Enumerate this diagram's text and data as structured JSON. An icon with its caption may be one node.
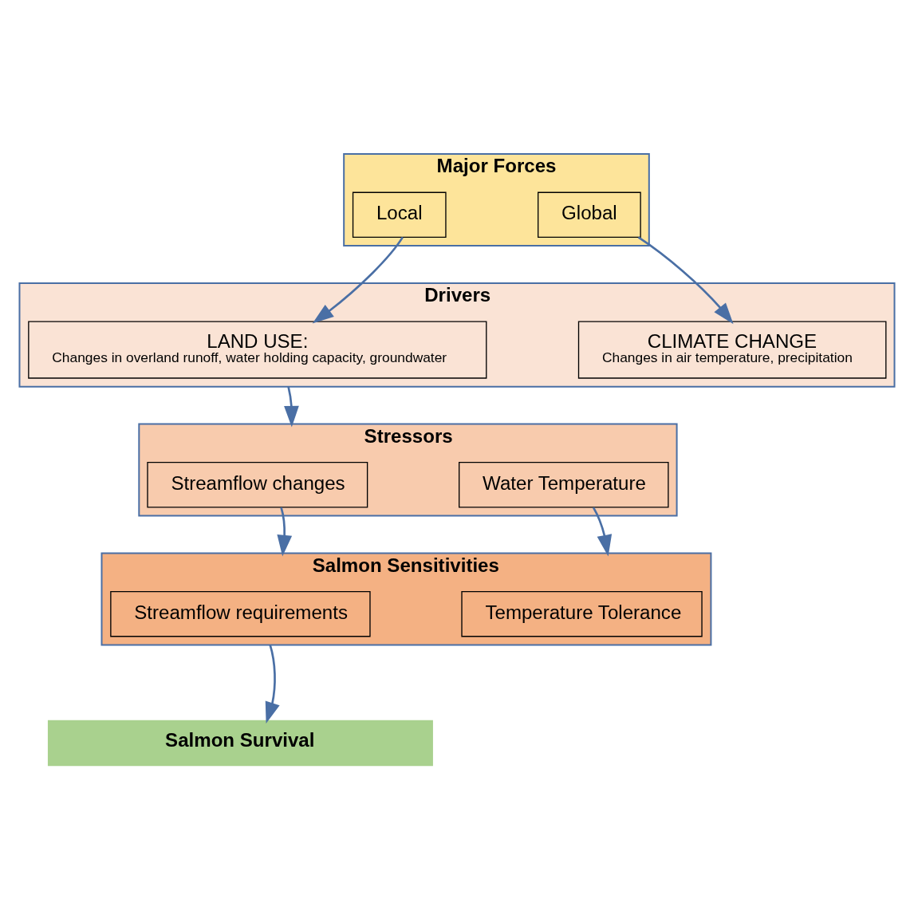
{
  "diagram": {
    "nodes": [
      {
        "text": [
          "Major Forces"
        ]
      },
      {
        "text": [
          "Local"
        ],
        "in": 0
      },
      {
        "text": [
          "Global"
        ],
        "in": 0
      },
      {
        "text": [
          "Drivers"
        ]
      },
      {
        "text": [
          "LAND USE:",
          "Changes in overland runoff, water holding capacity, groundwater"
        ],
        "in": 3
      },
      {
        "text": [
          "CLIMATE CHANGE",
          "Changes in air temperature, precipitation"
        ],
        "in": 3
      },
      {
        "text": [
          "Stressors"
        ]
      },
      {
        "text": [
          "Streamflow changes"
        ],
        "in": 6
      },
      {
        "text": [
          "Water Temperature"
        ],
        "in": 6
      },
      {
        "text": [
          "Salmon Sensitivities"
        ]
      },
      {
        "text": [
          "Streamflow requirements"
        ],
        "in": 9
      },
      {
        "text": [
          "Temperature Tolerance"
        ],
        "in": 9
      },
      {
        "text": [
          "Salmon Survival"
        ]
      }
    ],
    "edges": [
      {
        "from": 1,
        "to": 4,
        "arrow": "to"
      },
      {
        "from": 2,
        "to": 5,
        "arrow": "to"
      },
      {
        "from": 3,
        "to": 6,
        "arrow": "to"
      },
      {
        "from": 7,
        "to": 9,
        "arrow": "to"
      },
      {
        "from": 8,
        "to": 9,
        "arrow": "to"
      },
      {
        "from": 9,
        "to": 12,
        "arrow": "to"
      }
    ]
  }
}
